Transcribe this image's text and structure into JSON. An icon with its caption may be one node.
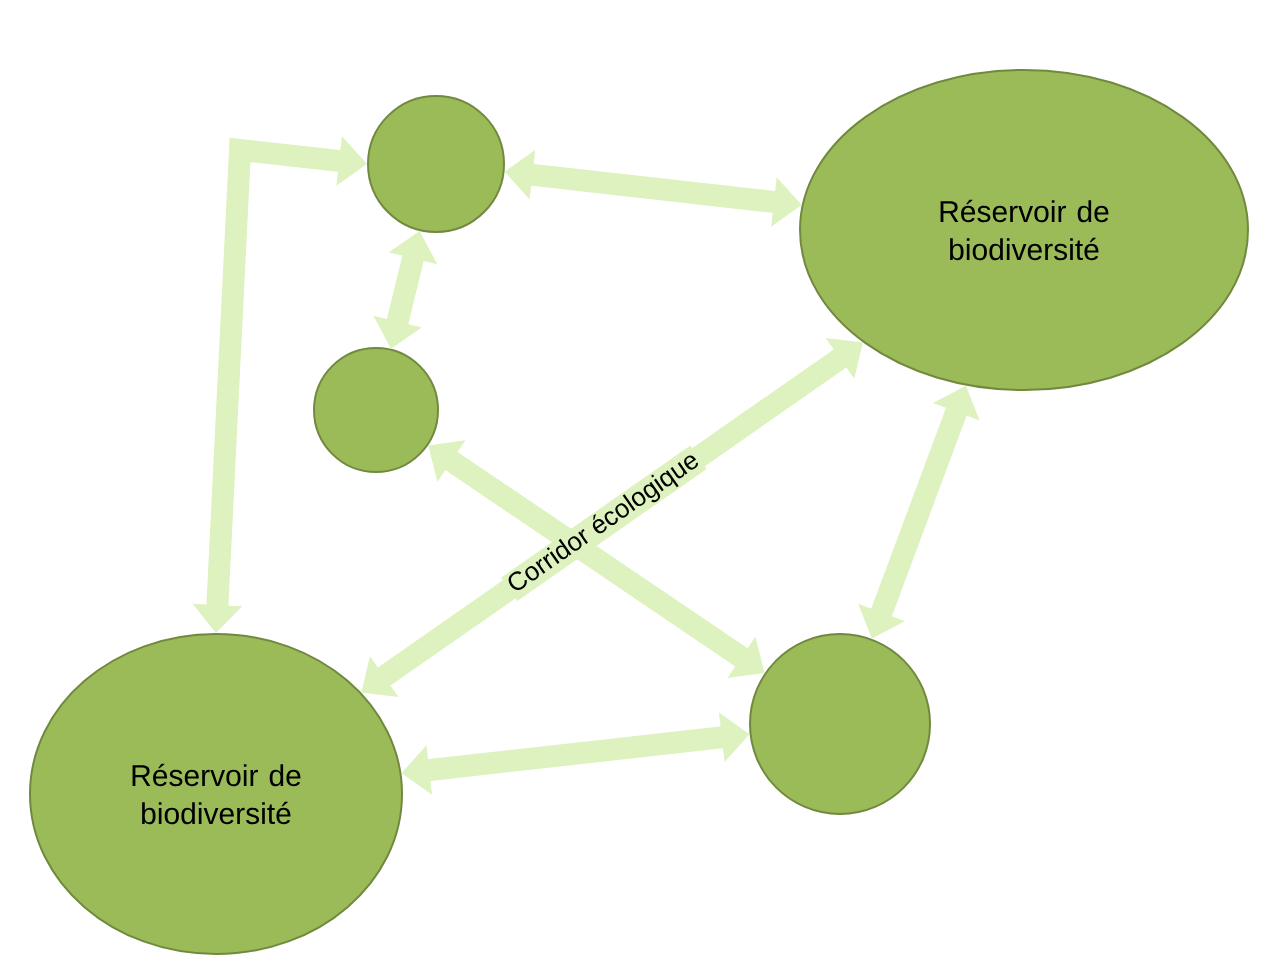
{
  "diagram": {
    "nodes": [
      {
        "text": [],
        "shape": "circle"
      },
      {
        "text": [
          "Réservoir de biodiversité"
        ]
      },
      {
        "text": [],
        "shape": "circle"
      },
      {
        "text": [
          "Réservoir de biodiversité"
        ]
      },
      {
        "text": [],
        "shape": "circle"
      }
    ],
    "edges": [
      {
        "from": 0,
        "to": 3,
        "arrow": "both"
      },
      {
        "from": 0,
        "to": 1,
        "arrow": "both"
      },
      {
        "from": 0,
        "to": 2,
        "arrow": "both"
      },
      {
        "from": 3,
        "to": 1,
        "arrow": "both",
        "label": "Corridor écologique"
      },
      {
        "from": 2,
        "to": 4,
        "arrow": "both"
      },
      {
        "from": 1,
        "to": 4,
        "arrow": "both"
      },
      {
        "from": 3,
        "to": 4,
        "arrow": "both"
      }
    ]
  }
}
